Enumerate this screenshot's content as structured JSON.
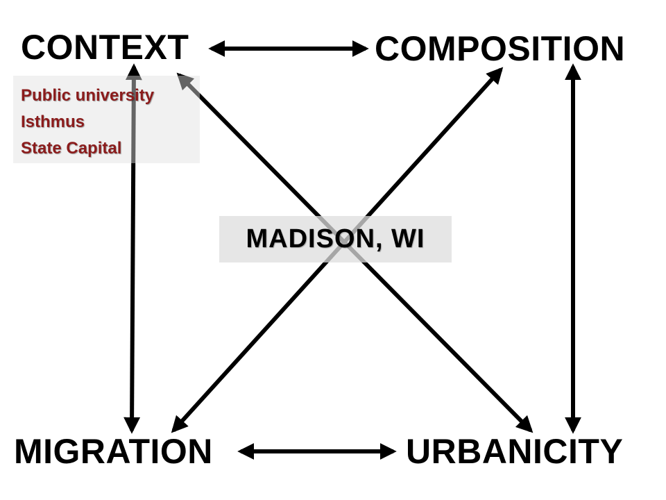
{
  "nodes": {
    "context": "CONTEXT",
    "composition": "COMPOSITION",
    "migration": "MIGRATION",
    "urbanicity": "URBANICITY"
  },
  "context_attributes": [
    "Public university",
    "Isthmus",
    "State Capital"
  ],
  "center_label": "MADISON, WI",
  "colors": {
    "arrow": "#000000",
    "attribute_text": "#8b1c1c",
    "label_background": "#e0e0e0"
  },
  "connections": [
    {
      "from": "context",
      "to": "composition",
      "direction": "both"
    },
    {
      "from": "context",
      "to": "migration",
      "direction": "both"
    },
    {
      "from": "composition",
      "to": "urbanicity",
      "direction": "both"
    },
    {
      "from": "migration",
      "to": "urbanicity",
      "direction": "both"
    },
    {
      "from": "context",
      "to": "urbanicity",
      "direction": "both"
    },
    {
      "from": "migration",
      "to": "composition",
      "direction": "both"
    }
  ]
}
